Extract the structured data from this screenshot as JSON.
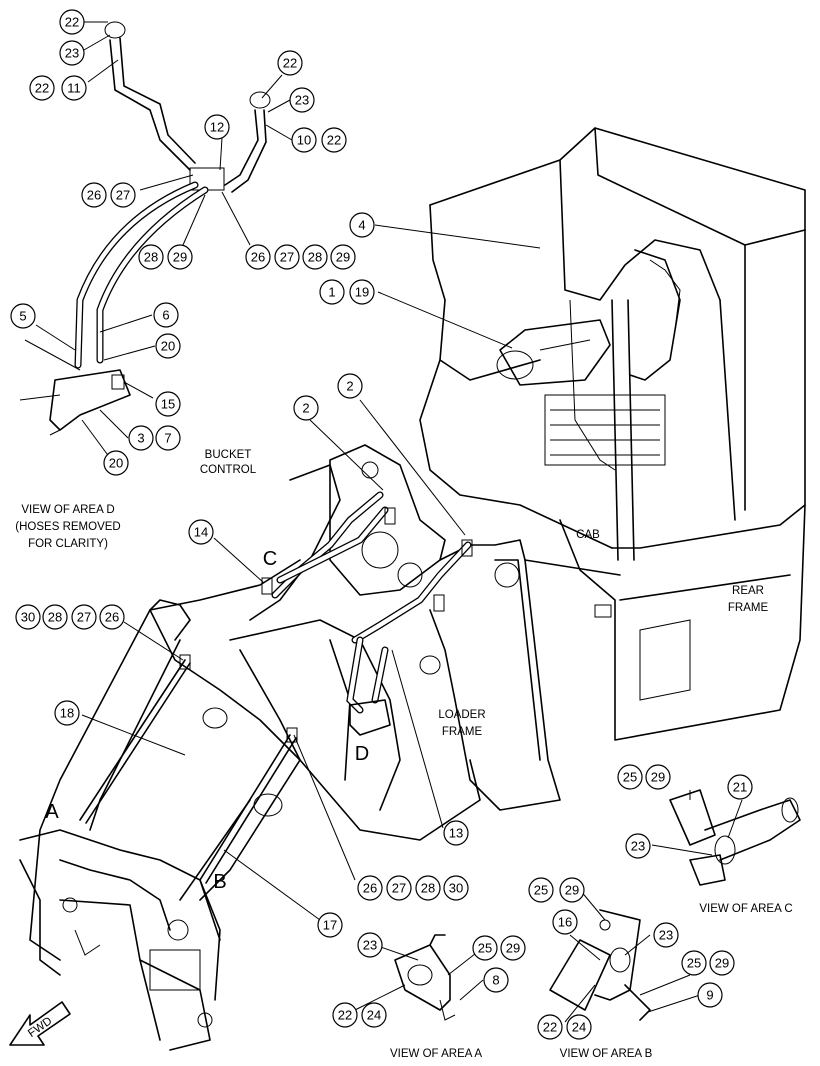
{
  "callouts": {
    "c22_top": "22",
    "c23_top": "23",
    "c22_l": "22",
    "c11": "11",
    "c22_r": "22",
    "c23_r": "23",
    "c10": "10",
    "c22_r2": "22",
    "c12": "12",
    "c26_a": "26",
    "c27_a": "27",
    "c28_a": "28",
    "c29_a": "29",
    "c26_b": "26",
    "c27_b": "27",
    "c28_b": "28",
    "c29_b": "29",
    "c4": "4",
    "c1": "1",
    "c19": "19",
    "c5": "5",
    "c6": "6",
    "c20_a": "20",
    "c15": "15",
    "c3": "3",
    "c7": "7",
    "c20_b": "20",
    "c2_a": "2",
    "c2_b": "2",
    "c14": "14",
    "c30": "30",
    "c28_c": "28",
    "c27_c": "27",
    "c26_c": "26",
    "c18": "18",
    "c13": "13",
    "c17": "17",
    "c26_d": "26",
    "c27_d": "27",
    "c28_d": "28",
    "c30_d": "30",
    "c25_c": "25",
    "c29_c": "29",
    "c21": "21",
    "c23_c": "23",
    "c25_b": "25",
    "c29_b2": "29",
    "c16": "16",
    "c23_b": "23",
    "c25_b2": "25",
    "c29_b3": "29",
    "c9": "9",
    "c22_b": "22",
    "c24_b": "24",
    "c23_a": "23",
    "c25_a": "25",
    "c29_a2": "29",
    "c8": "8",
    "c22_a": "22",
    "c24_a": "24"
  },
  "labels": {
    "bucket_control_1": "BUCKET",
    "bucket_control_2": "CONTROL",
    "view_d_1": "VIEW OF AREA D",
    "view_d_2": "(HOSES REMOVED",
    "view_d_3": "FOR CLARITY)",
    "cab": "CAB",
    "rear_frame_1": "REAR",
    "rear_frame_2": "FRAME",
    "loader_frame_1": "LOADER",
    "loader_frame_2": "FRAME",
    "view_a": "VIEW OF AREA A",
    "view_b": "VIEW OF AREA B",
    "view_c": "VIEW OF AREA C",
    "fwd": "FWD"
  },
  "area_letters": {
    "a": "A",
    "b": "B",
    "c": "C",
    "d": "D"
  }
}
